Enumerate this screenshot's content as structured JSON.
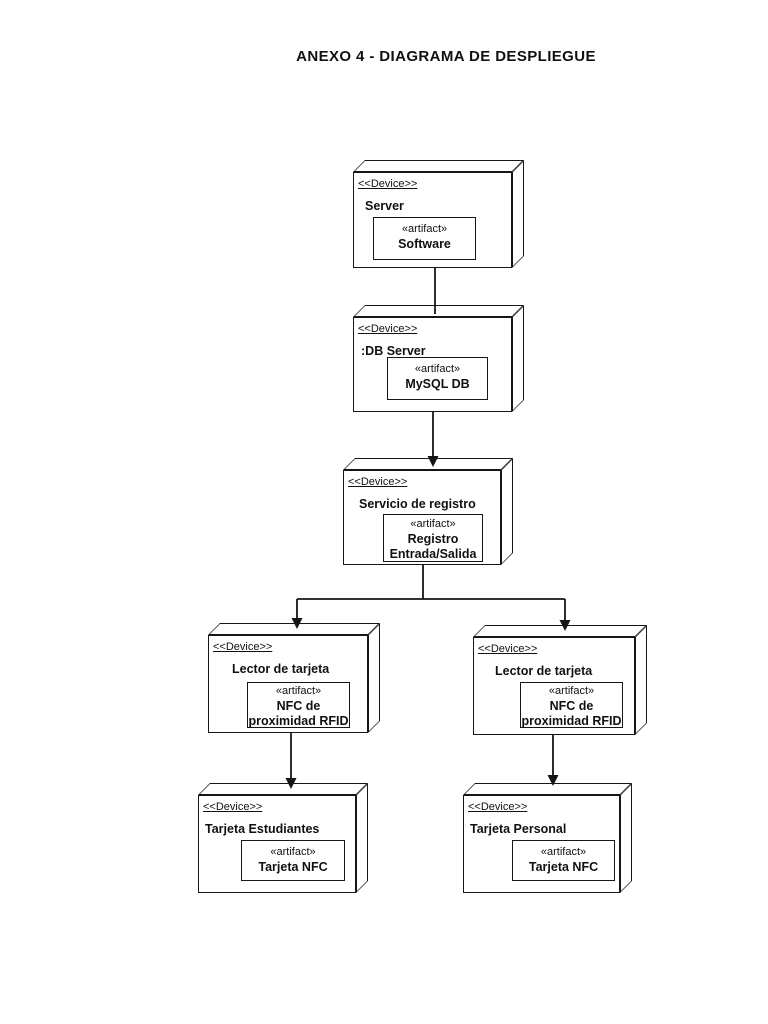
{
  "page": {
    "title": "ANEXO 4 - DIAGRAMA DE DESPLIEGUE"
  },
  "diagram": {
    "type": "uml-deployment-diagram",
    "colors": {
      "line": "#161616",
      "node_fill": "#ffffff",
      "text": "#111111",
      "background": "#ffffff"
    },
    "nodes": [
      {
        "id": "server",
        "stereotype": "<<Device>>",
        "name": "Server",
        "artifact": {
          "stereotype": "«artifact»",
          "name": "Software",
          "lines": [
            "Software"
          ]
        }
      },
      {
        "id": "db-server",
        "stereotype": "<<Device>>",
        "name": ":DB Server",
        "artifact": {
          "stereotype": "«artifact»",
          "name": "MySQL DB",
          "lines": [
            "MySQL DB"
          ]
        }
      },
      {
        "id": "servicio-registro",
        "stereotype": "<<Device>>",
        "name": "Servicio de registro",
        "artifact": {
          "stereotype": "«artifact»",
          "name": "Registro Entrada/Salida",
          "lines": [
            "Registro",
            "Entrada/Salida"
          ]
        }
      },
      {
        "id": "lector-tarjeta-izq",
        "stereotype": "<<Device>>",
        "name": "Lector de tarjeta",
        "artifact": {
          "stereotype": "«artifact»",
          "name": "NFC de proximidad RFID",
          "lines": [
            "NFC de",
            "proximidad RFID"
          ]
        }
      },
      {
        "id": "lector-tarjeta-der",
        "stereotype": "<<Device>>",
        "name": "Lector de tarjeta",
        "artifact": {
          "stereotype": "«artifact»",
          "name": "NFC de proximidad RFID",
          "lines": [
            "NFC de",
            "proximidad RFID"
          ]
        }
      },
      {
        "id": "tarjeta-estudiantes",
        "stereotype": "<<Device>>",
        "name": "Tarjeta Estudiantes",
        "artifact": {
          "stereotype": "«artifact»",
          "name": "Tarjeta NFC",
          "lines": [
            "Tarjeta NFC"
          ]
        }
      },
      {
        "id": "tarjeta-personal",
        "stereotype": "<<Device>>",
        "name": "Tarjeta Personal",
        "artifact": {
          "stereotype": "«artifact»",
          "name": "Tarjeta NFC",
          "lines": [
            "Tarjeta NFC"
          ]
        }
      }
    ],
    "edges": [
      {
        "from": "server",
        "to": "db-server",
        "arrow": false
      },
      {
        "from": "db-server",
        "to": "servicio-registro",
        "arrow": true
      },
      {
        "from": "servicio-registro",
        "to": "lector-tarjeta-izq",
        "arrow": true
      },
      {
        "from": "servicio-registro",
        "to": "lector-tarjeta-der",
        "arrow": true
      },
      {
        "from": "lector-tarjeta-izq",
        "to": "tarjeta-estudiantes",
        "arrow": true
      },
      {
        "from": "lector-tarjeta-der",
        "to": "tarjeta-personal",
        "arrow": true
      }
    ]
  }
}
